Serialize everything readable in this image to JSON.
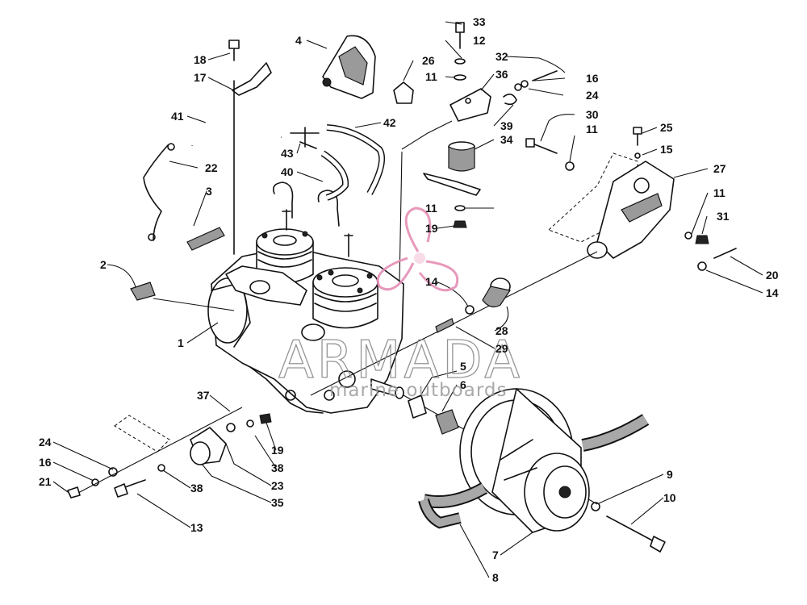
{
  "diagram": {
    "callouts": [
      {
        "id": "c33",
        "text": "33"
      },
      {
        "id": "c12",
        "text": "12"
      },
      {
        "id": "c32",
        "text": "32"
      },
      {
        "id": "c4",
        "text": "4"
      },
      {
        "id": "c26",
        "text": "26"
      },
      {
        "id": "c18",
        "text": "18"
      },
      {
        "id": "c17",
        "text": "17"
      },
      {
        "id": "c11a",
        "text": "11"
      },
      {
        "id": "c36",
        "text": "36"
      },
      {
        "id": "c16a",
        "text": "16"
      },
      {
        "id": "c24a",
        "text": "24"
      },
      {
        "id": "c30",
        "text": "30"
      },
      {
        "id": "c41",
        "text": "41"
      },
      {
        "id": "c42",
        "text": "42"
      },
      {
        "id": "c39",
        "text": "39"
      },
      {
        "id": "c11b",
        "text": "11"
      },
      {
        "id": "c25",
        "text": "25"
      },
      {
        "id": "c43",
        "text": "43"
      },
      {
        "id": "c34",
        "text": "34"
      },
      {
        "id": "c15",
        "text": "15"
      },
      {
        "id": "c22",
        "text": "22"
      },
      {
        "id": "c40",
        "text": "40"
      },
      {
        "id": "c27",
        "text": "27"
      },
      {
        "id": "c3",
        "text": "3"
      },
      {
        "id": "c11c",
        "text": "11"
      },
      {
        "id": "c11d",
        "text": "11"
      },
      {
        "id": "c19a",
        "text": "19"
      },
      {
        "id": "c31",
        "text": "31"
      },
      {
        "id": "c2",
        "text": "2"
      },
      {
        "id": "c20",
        "text": "20"
      },
      {
        "id": "c14a",
        "text": "14"
      },
      {
        "id": "c14b",
        "text": "14"
      },
      {
        "id": "c1",
        "text": "1"
      },
      {
        "id": "c28",
        "text": "28"
      },
      {
        "id": "c29",
        "text": "29"
      },
      {
        "id": "c5",
        "text": "5"
      },
      {
        "id": "c6",
        "text": "6"
      },
      {
        "id": "c37",
        "text": "37"
      },
      {
        "id": "c24b",
        "text": "24"
      },
      {
        "id": "c19b",
        "text": "19"
      },
      {
        "id": "c38a",
        "text": "38"
      },
      {
        "id": "c16b",
        "text": "16"
      },
      {
        "id": "c9",
        "text": "9"
      },
      {
        "id": "c21",
        "text": "21"
      },
      {
        "id": "c38b",
        "text": "38"
      },
      {
        "id": "c23",
        "text": "23"
      },
      {
        "id": "c10",
        "text": "10"
      },
      {
        "id": "c35",
        "text": "35"
      },
      {
        "id": "c13",
        "text": "13"
      },
      {
        "id": "c7",
        "text": "7"
      },
      {
        "id": "c8",
        "text": "8"
      }
    ]
  },
  "watermark": {
    "brand": "ARMADA",
    "tagline": "marine outboards",
    "logo": "pink-propeller-logo",
    "logo_color": "#e58fb5"
  }
}
